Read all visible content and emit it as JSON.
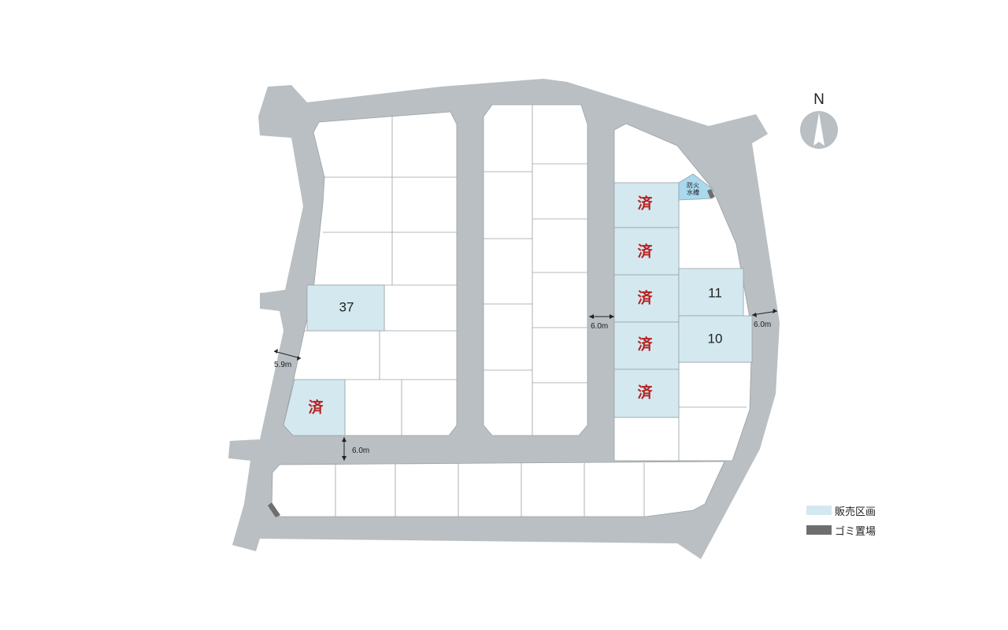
{
  "compass": {
    "label": "N"
  },
  "legend": [
    {
      "label": "販売区画",
      "color": "#d4e8ef"
    },
    {
      "label": "ゴミ置場",
      "color": "#6e6e6e"
    }
  ],
  "facility": {
    "line1": "防火",
    "line2": "水槽",
    "color": "#a9d9ef"
  },
  "colors": {
    "road": "#b9bfc2",
    "lot_border": "#9aa1a5",
    "for_sale": "#d4e8ef",
    "sold_mark": "#b52121",
    "garbage": "#6e6e6e"
  },
  "road_widths": [
    "5.9m",
    "6.0m",
    "6.0m",
    "6.0m"
  ],
  "lots": [
    {
      "label": "37",
      "status": "for-sale"
    },
    {
      "label": "済",
      "status": "sold"
    },
    {
      "label": "済",
      "status": "sold"
    },
    {
      "label": "済",
      "status": "sold"
    },
    {
      "label": "済",
      "status": "sold"
    },
    {
      "label": "済",
      "status": "sold"
    },
    {
      "label": "済",
      "status": "sold"
    },
    {
      "label": "11",
      "status": "for-sale"
    },
    {
      "label": "10",
      "status": "for-sale"
    }
  ]
}
